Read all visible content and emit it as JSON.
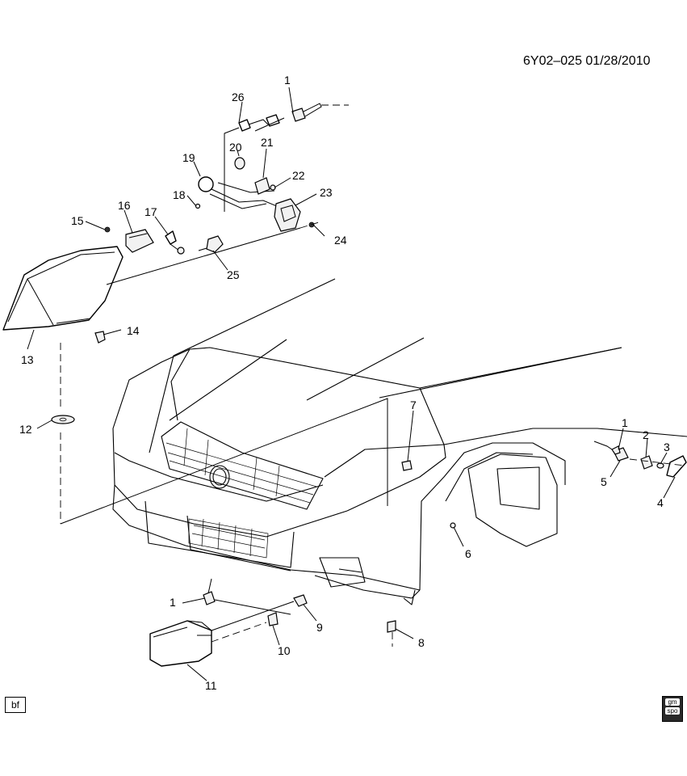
{
  "header": {
    "ref": "6Y02–025  01/28/2010"
  },
  "callouts": {
    "c1a": "1",
    "c1b": "1",
    "c1c": "1",
    "c2": "2",
    "c3": "3",
    "c4": "4",
    "c5": "5",
    "c6": "6",
    "c7": "7",
    "c8": "8",
    "c9": "9",
    "c10": "10",
    "c11": "11",
    "c12": "12",
    "c13": "13",
    "c14": "14",
    "c15": "15",
    "c16": "16",
    "c17": "17",
    "c18": "18",
    "c19": "19",
    "c20": "20",
    "c21": "21",
    "c22": "22",
    "c23": "23",
    "c24": "24",
    "c25": "25",
    "c26": "26"
  },
  "footer": {
    "bf": "bf",
    "logo_top": "gm",
    "logo_bottom": "spo"
  }
}
